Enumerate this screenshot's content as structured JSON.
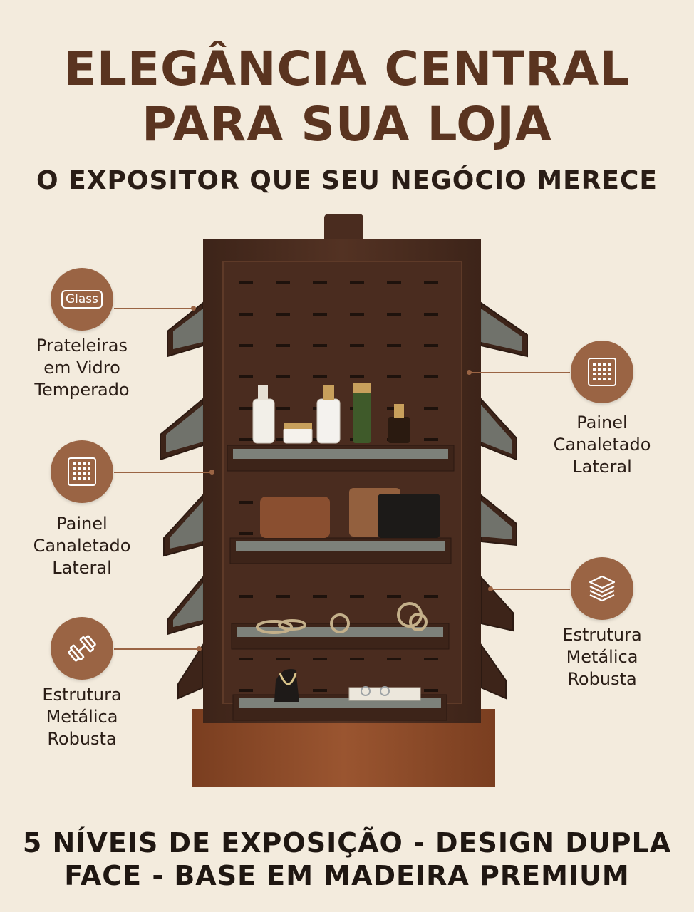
{
  "header": {
    "title_line1": "ELEGÂNCIA CENTRAL",
    "title_line2": "PARA SUA LOJA",
    "subtitle": "O EXPOSITOR QUE SEU NEGÓCIO MERECE"
  },
  "features": {
    "glass": {
      "icon_text": "Glass",
      "label": "Prateleiras\nem Vidro\nTemperado",
      "icon": "glass-icon"
    },
    "panel_left": {
      "label": "Painel\nCanaletado\nLateral",
      "icon": "grid-panel-icon"
    },
    "structure_left": {
      "label": "Estrutura\nMetálica\nRobusta",
      "icon": "dumbbell-icon"
    },
    "panel_right": {
      "label": "Painel\nCanaletado\nLateral",
      "icon": "grid-panel-icon"
    },
    "structure_right": {
      "label": "Estrutura\nMetálica\nRobusta",
      "icon": "layers-icon"
    }
  },
  "footer": {
    "line1": "5 NÍVEIS DE EXPOSIÇÃO - DESIGN DUPLA",
    "line2": "FACE - BASE EM MADEIRA PREMIUM"
  },
  "colors": {
    "background": "#f3ebdd",
    "title_brown": "#5a3420",
    "accent": "#9a6444",
    "cabinet": "#4a2c1f",
    "wood_base": "#8a4a28"
  }
}
